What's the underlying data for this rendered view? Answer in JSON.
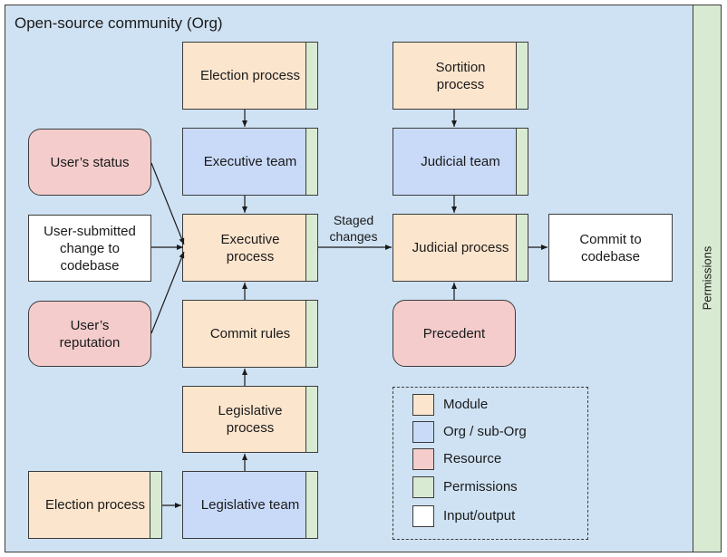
{
  "org_title": "Open-source community (Org)",
  "permissions_label": "Permissions",
  "boxes": {
    "election_top": "Election process",
    "sortition": "Sortition process",
    "executive_team": "Executive team",
    "judicial_team": "Judicial team",
    "users_status": "User’s status",
    "user_change": "User-submitted change to codebase",
    "executive_process": "Executive process",
    "judicial_process": "Judicial process",
    "commit_codebase": "Commit to codebase",
    "users_reputation": "User’s reputation",
    "commit_rules": "Commit rules",
    "precedent": "Precedent",
    "legislative_process": "Legislative process",
    "election_bottom": "Election process",
    "legislative_team": "Legislative team"
  },
  "staged_changes": "Staged changes",
  "legend": {
    "items": [
      {
        "label": "Module",
        "color": "#fce5cd"
      },
      {
        "label": "Org / sub-Org",
        "color": "#c9daf8"
      },
      {
        "label": "Resource",
        "color": "#f4cccc"
      },
      {
        "label": "Permissions",
        "color": "#d9ead3"
      },
      {
        "label": "Input/output",
        "color": "#ffffff"
      }
    ]
  }
}
